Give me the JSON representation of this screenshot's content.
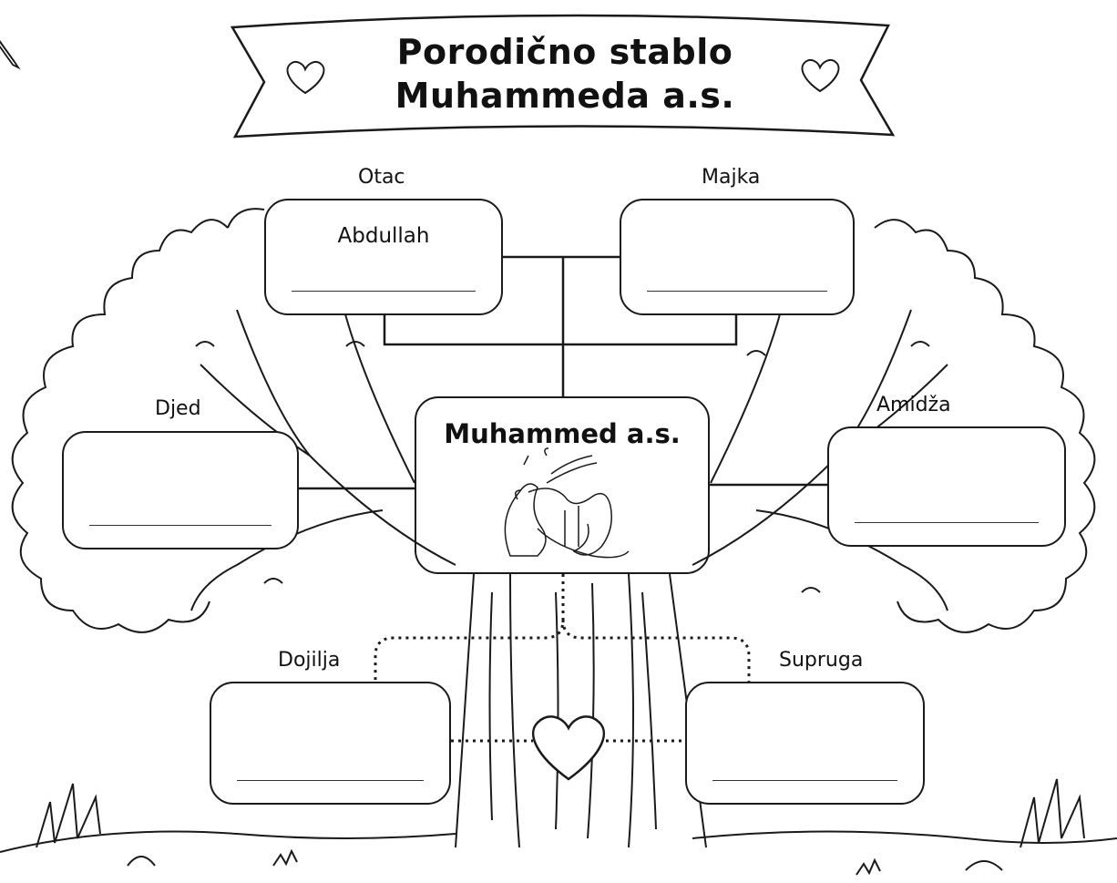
{
  "title": {
    "line1": "Porodično stablo",
    "line2": "Muhammeda a.s."
  },
  "labels": {
    "father": "Otac",
    "mother": "Majka",
    "grandfather": "Djed",
    "uncle": "Amidža",
    "nurse": "Dojilja",
    "wife": "Supruga"
  },
  "boxes": {
    "father_value": "Abdullah",
    "center_name": "Muhammed a.s."
  },
  "icons": [
    "pencil-icon",
    "heart-icon",
    "calligraphy-emblem"
  ]
}
